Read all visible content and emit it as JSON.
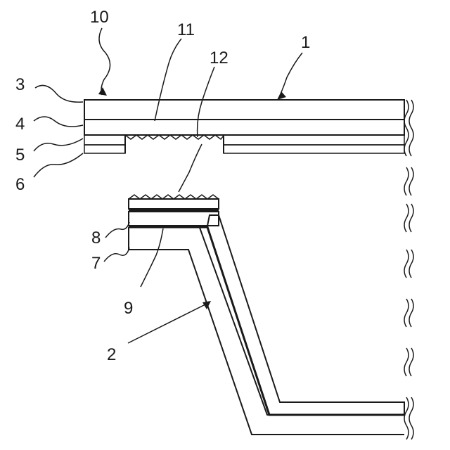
{
  "diagram": {
    "reference_numerals": {
      "n1": "1",
      "n2": "2",
      "n3": "3",
      "n4": "4",
      "n5": "5",
      "n6": "6",
      "n7": "7",
      "n8": "8",
      "n9": "9",
      "n10": "10",
      "n11": "11",
      "n12": "12"
    }
  }
}
